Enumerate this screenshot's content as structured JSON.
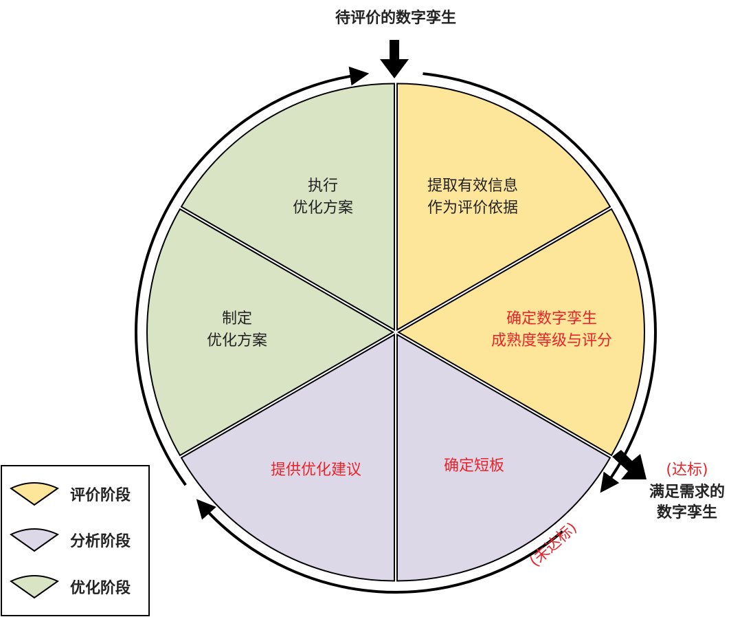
{
  "colors": {
    "evaluation": "#fde59a",
    "analysis": "#ddd8e8",
    "optimization": "#d8e4c4",
    "outline": "#000000",
    "text_dark": "#222222",
    "text_red": "#e8242b"
  },
  "top_input": "待评价的数字孪生",
  "output": {
    "status": "(达标)",
    "line1": "满足需求的",
    "line2": "数字孪生"
  },
  "loop_note": "(未达标)",
  "segments": [
    {
      "phase": "evaluation",
      "lines": [
        "提取有效信息",
        "作为评价依据"
      ],
      "text_color": "text_dark"
    },
    {
      "phase": "evaluation",
      "lines": [
        "确定数字孪生",
        "成熟度等级与评分"
      ],
      "text_color": "text_red"
    },
    {
      "phase": "analysis",
      "lines": [
        "确定短板"
      ],
      "text_color": "text_red"
    },
    {
      "phase": "analysis",
      "lines": [
        "提供优化建议"
      ],
      "text_color": "text_red"
    },
    {
      "phase": "optimization",
      "lines": [
        "制定",
        "优化方案"
      ],
      "text_color": "text_dark"
    },
    {
      "phase": "optimization",
      "lines": [
        "执行",
        "优化方案"
      ],
      "text_color": "text_dark"
    }
  ],
  "legend": [
    {
      "phase": "evaluation",
      "label": "评价阶段"
    },
    {
      "phase": "analysis",
      "label": "分析阶段"
    },
    {
      "phase": "optimization",
      "label": "优化阶段"
    }
  ]
}
